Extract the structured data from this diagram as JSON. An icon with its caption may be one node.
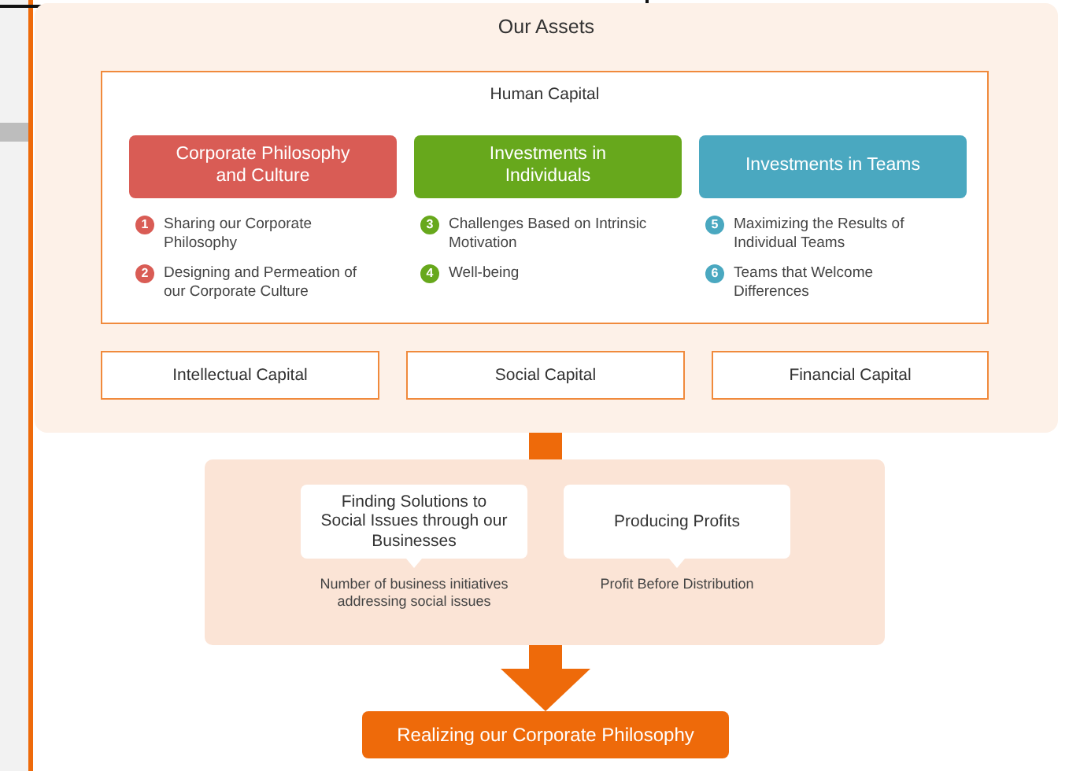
{
  "diagram": {
    "nodes": [
      {
        "text": [
          "Our Assets"
        ]
      },
      {
        "text": [
          "Human Capital"
        ],
        "in": 0
      },
      {
        "text": [
          "Corporate Philosophy and Culture"
        ],
        "in": 1,
        "beside": [
          "1",
          "Sharing our Corporate Philosophy",
          "2",
          "Designing and Permeation of our Corporate Culture"
        ]
      },
      {
        "text": [
          "Investments in Individuals"
        ],
        "in": 1,
        "beside": [
          "3",
          "Challenges Based on Intrinsic Motivation",
          "4",
          "Well-being"
        ]
      },
      {
        "text": [
          "Investments in Teams"
        ],
        "in": 1,
        "beside": [
          "5",
          "Maximizing the Results of Individual Teams",
          "6",
          "Teams that Welcome Differences"
        ]
      },
      {
        "text": [
          "Intellectual Capital"
        ],
        "in": 0
      },
      {
        "text": [
          "Social Capital"
        ],
        "in": 0
      },
      {
        "text": [
          "Financial Capital"
        ],
        "in": 0
      },
      {
        "text": [],
        "shape": "box"
      },
      {
        "text": [
          "Finding Solutions to Social Issues through our Businesses"
        ],
        "in": 8,
        "beside": [
          "Number of business initiatives addressing social issues"
        ]
      },
      {
        "text": [
          "Producing Profits"
        ],
        "in": 8,
        "beside": [
          "Profit Before Distribution"
        ]
      },
      {
        "text": [
          "Realizing our Corporate Philosophy"
        ]
      }
    ],
    "edges": [
      {
        "from": 0,
        "to": 8,
        "arrow": "none"
      },
      {
        "from": 8,
        "to": 11,
        "arrow": "to"
      }
    ]
  }
}
